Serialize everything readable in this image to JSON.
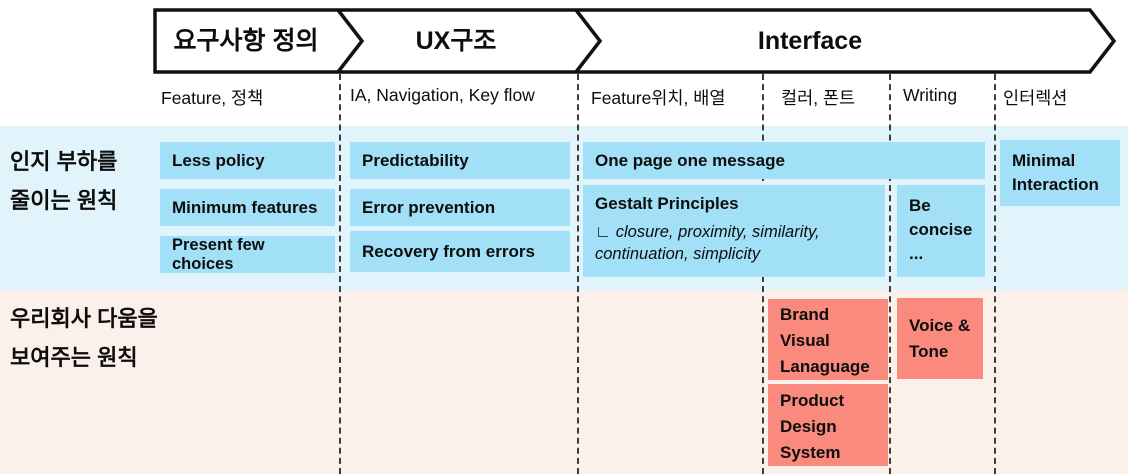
{
  "stages": [
    {
      "label": "요구사항 정의"
    },
    {
      "label": "UX구조"
    },
    {
      "label": "Interface"
    }
  ],
  "columns": [
    {
      "header": "Feature, 정책"
    },
    {
      "header": "IA, Navigation, Key flow"
    },
    {
      "header": "Feature위치, 배열"
    },
    {
      "header": "컬러, 폰트"
    },
    {
      "header": "Writing"
    },
    {
      "header": "인터렉션"
    }
  ],
  "rows": [
    {
      "line1": "인지 부하를",
      "line2": "줄이는 원칙"
    },
    {
      "line1": "우리회사 다움을",
      "line2": "보여주는 원칙"
    }
  ],
  "cards": {
    "less_policy": {
      "label": "Less policy"
    },
    "minimum_features": {
      "label": "Minimum features"
    },
    "present_few_choices": {
      "label": "Present few choices"
    },
    "predictability": {
      "label": "Predictability"
    },
    "error_prevention": {
      "label": "Error prevention"
    },
    "recovery_from_errors": {
      "label": "Recovery from errors"
    },
    "one_page_one_message": {
      "label": "One page one message"
    },
    "gestalt_principles": {
      "label": "Gestalt Principles",
      "sub_line1": "∟ closure, proximity, similarity,",
      "sub_line2": "continuation, simplicity"
    },
    "be_concise": {
      "label": "Be concise ..."
    },
    "minimal_interaction": {
      "label": "Minimal Interaction"
    },
    "brand_visual_language": {
      "label": "Brand Visual Lanaguage"
    },
    "voice_and_tone": {
      "label": "Voice & Tone"
    },
    "product_design_system": {
      "label": "Product Design System"
    }
  },
  "colors": {
    "card_blue": "#A2E0F7",
    "band_blue": "#E1F3FB",
    "card_red": "#FB8A7E",
    "band_pink": "#FCF0EB",
    "dash": "#3C3C3C",
    "banner_border": "#111111"
  }
}
